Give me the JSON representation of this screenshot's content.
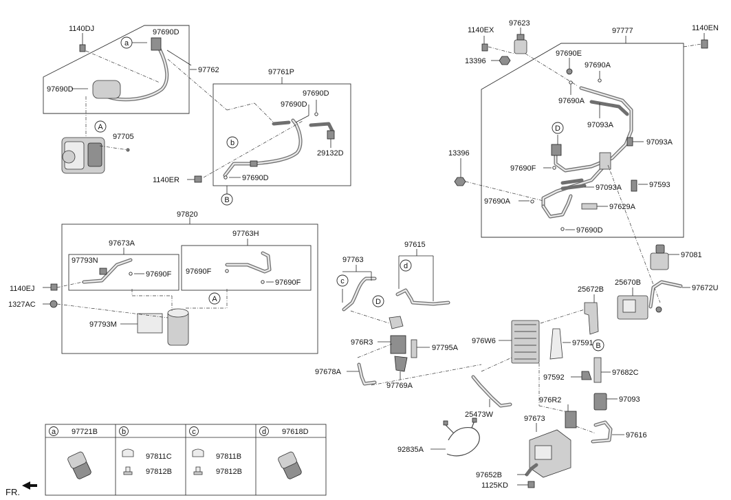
{
  "refs": {
    "ref_a_top": "a",
    "ref_b_cover": "b",
    "ref_B_below_cover": "B",
    "ref_A_compressor": "A",
    "ref_A_97820": "A",
    "ref_c_97763": "c",
    "ref_d_97615": "d",
    "ref_D_right": "D",
    "ref_D_center": "D",
    "ref_B_right": "B"
  },
  "labels": {
    "l_1140DJ": "1140DJ",
    "l_97690D_1": "97690D",
    "l_97762": "97762",
    "l_97690D_2": "97690D",
    "l_97705": "97705",
    "l_97761P": "97761P",
    "l_97690D_3": "97690D",
    "l_97690D_4": "97690D",
    "l_29132D": "29132D",
    "l_1140ER": "1140ER",
    "l_97690D_5": "97690D",
    "l_97820": "97820",
    "l_97673A": "97673A",
    "l_97763H": "97763H",
    "l_97793N": "97793N",
    "l_97690F_1": "97690F",
    "l_97690F_2": "97690F",
    "l_97690F_3": "97690F",
    "l_1140EJ": "1140EJ",
    "l_1327AC": "1327AC",
    "l_97793M": "97793M",
    "l_97763": "97763",
    "l_97615": "97615",
    "l_976R3": "976R3",
    "l_97795A": "97795A",
    "l_97678A": "97678A",
    "l_97769A": "97769A",
    "l_1140EX": "1140EX",
    "l_97623": "97623",
    "l_97777": "97777",
    "l_1140EN": "1140EN",
    "l_13396_1": "13396",
    "l_97690E": "97690E",
    "l_97690A_1": "97690A",
    "l_97690A_2": "97690A",
    "l_97093A_1": "97093A",
    "l_97093A_2": "97093A",
    "l_13396_2": "13396",
    "l_97690F_4": "97690F",
    "l_97093A_3": "97093A",
    "l_97593": "97593",
    "l_97690A_3": "97690A",
    "l_97629A": "97629A",
    "l_97690D_6": "97690D",
    "l_97081": "97081",
    "l_25672B": "25672B",
    "l_25670B": "25670B",
    "l_97672U": "97672U",
    "l_976W6": "976W6",
    "l_97591": "97591",
    "l_97682C": "97682C",
    "l_97592": "97592",
    "l_976R2": "976R2",
    "l_97093": "97093",
    "l_25473W": "25473W",
    "l_97673": "97673",
    "l_97616": "97616",
    "l_92835A": "92835A",
    "l_97652B": "97652B",
    "l_1125KD": "1125KD",
    "l_FR": "FR."
  },
  "table": {
    "cells": [
      {
        "key": "a",
        "part": "97721B"
      },
      {
        "key": "b",
        "parts": [
          "97811C",
          "97812B"
        ]
      },
      {
        "key": "c",
        "parts": [
          "97811B",
          "97812B"
        ]
      },
      {
        "key": "d",
        "part": "97618D"
      }
    ]
  }
}
